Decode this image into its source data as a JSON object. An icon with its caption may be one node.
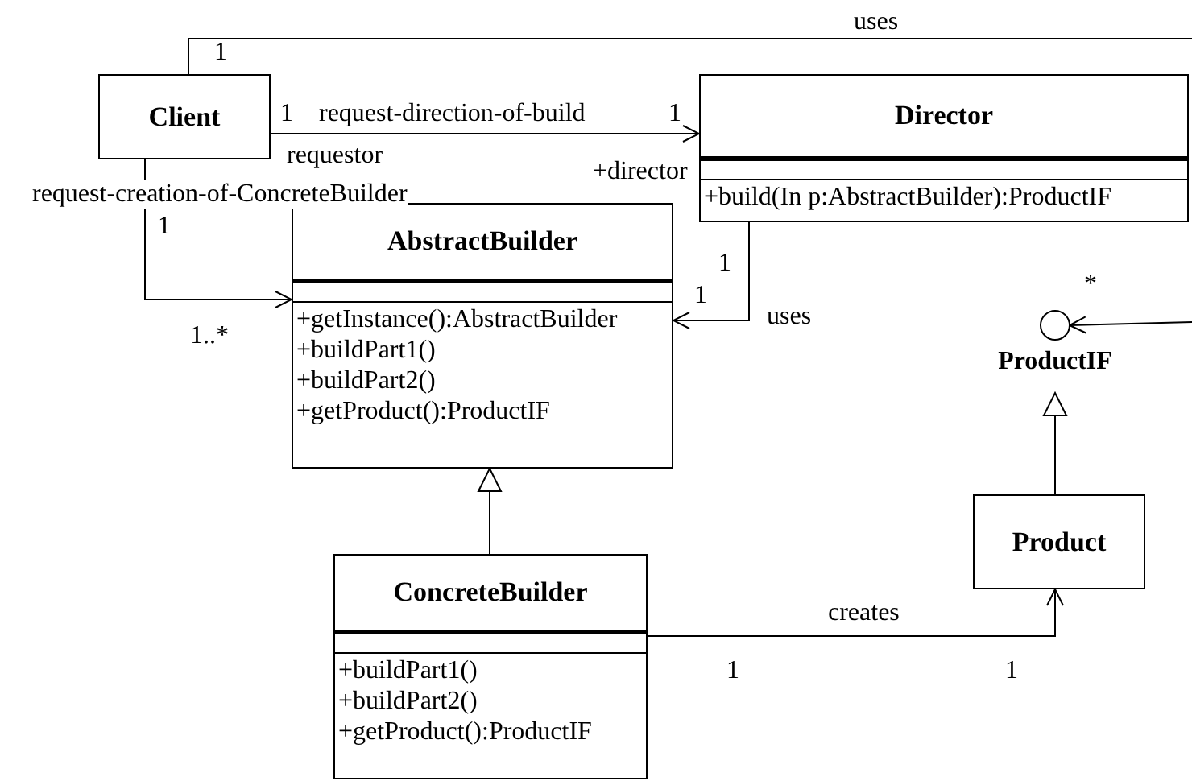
{
  "diagram": {
    "nodes": [
      {
        "text": [
          "Client"
        ]
      },
      {
        "text": [
          "Director",
          "+build(In p:AbstractBuilder):ProductIF"
        ]
      },
      {
        "text": [
          "AbstractBuilder",
          "+getInstance():AbstractBuilder",
          "+buildPart1()",
          "+buildPart2()",
          "+getProduct():ProductIF"
        ]
      },
      {
        "text": [
          "ProductIF"
        ]
      },
      {
        "text": [
          "Product"
        ]
      },
      {
        "text": [
          "ConcreteBuilder",
          "+buildPart1()",
          "+buildPart2()",
          "+getProduct():ProductIF"
        ]
      }
    ],
    "edges": [
      {
        "from": 0,
        "to": null,
        "arrow": "none",
        "label": "uses"
      },
      {
        "from": 0,
        "to": 1,
        "arrow": "to",
        "label": "request-direction-of-build"
      },
      {
        "from": 0,
        "to": 2,
        "arrow": "to",
        "label": "request-creation-of-ConcreteBuilder"
      },
      {
        "from": 1,
        "to": 2,
        "arrow": "to",
        "label": "uses"
      },
      {
        "from": null,
        "to": 3,
        "arrow": "to"
      },
      {
        "from": 5,
        "to": 2,
        "arrow": "to"
      },
      {
        "from": 4,
        "to": 3,
        "arrow": "to"
      },
      {
        "from": 5,
        "to": 4,
        "arrow": "to",
        "label": "creates"
      }
    ],
    "labels": [
      "1",
      "1",
      "1",
      "requestor",
      "+director",
      "1",
      "1",
      "*",
      "1",
      "1..*",
      "1",
      "1"
    ]
  }
}
